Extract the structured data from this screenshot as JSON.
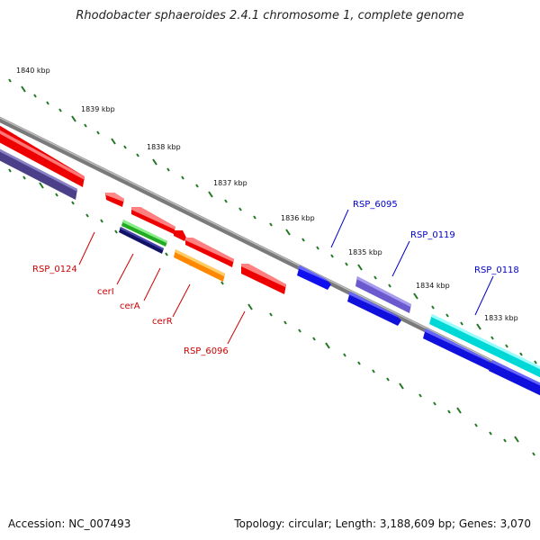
{
  "title": "Rhodobacter sphaeroides 2.4.1 chromosome 1, complete genome",
  "footer": {
    "accession": "Accession: NC_007493",
    "summary": "Topology: circular; Length: 3,188,609 bp; Genes: 3,070"
  },
  "scale_labels": [
    "1840 kbp",
    "1839 kbp",
    "1838 kbp",
    "1837 kbp",
    "1836 kbp",
    "1835 kbp",
    "1834 kbp",
    "1833 kbp"
  ],
  "gene_labels_top": [
    "RSP_6095",
    "RSP_0119",
    "RSP_0118"
  ],
  "gene_labels_bottom": [
    "RSP_0124",
    "cerI",
    "cerA",
    "cerR",
    "RSP_6096"
  ],
  "colors": {
    "red_genes": "#ee0000",
    "blue_genes": "#0000dd",
    "purple_genes": "#5544aa",
    "cyan_gene": "#00dddd",
    "green_gene": "#33bb33",
    "orange_gene": "#ff9900",
    "navy_gene": "#111166",
    "top_label": "#0000cc",
    "bottom_label": "#cc0000",
    "ticks": "#227722"
  }
}
